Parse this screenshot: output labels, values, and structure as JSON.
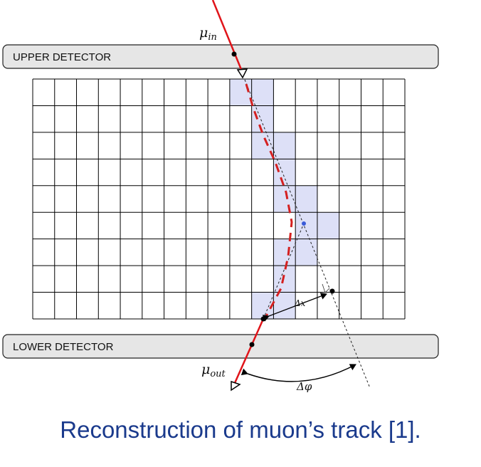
{
  "detectors": {
    "upper_label": "UPPER DETECTOR",
    "lower_label": "LOWER DETECTOR"
  },
  "labels": {
    "mu_in_base": "μ",
    "mu_in_sub": "in",
    "mu_out_base": "μ",
    "mu_out_sub": "out",
    "delta_x": "Δx",
    "delta_phi": "Δφ"
  },
  "caption": "Reconstruction of muon’s track [1].",
  "grid": {
    "columns": 17,
    "rows": 9
  },
  "highlighted_cells": [
    [
      0,
      9
    ],
    [
      0,
      10
    ],
    [
      1,
      10
    ],
    [
      2,
      10
    ],
    [
      2,
      11
    ],
    [
      3,
      11
    ],
    [
      4,
      11
    ],
    [
      4,
      12
    ],
    [
      5,
      12
    ],
    [
      5,
      13
    ],
    [
      6,
      11
    ],
    [
      6,
      12
    ],
    [
      7,
      11
    ],
    [
      8,
      10
    ],
    [
      8,
      11
    ]
  ],
  "colors": {
    "muon_track": "#e0141a",
    "reconstructed_path": "#d42020",
    "cell_highlight": "#dde0f7",
    "grid_line": "#000000",
    "detector_fill": "#e6e6e6",
    "caption_text": "#1a3a8c"
  }
}
